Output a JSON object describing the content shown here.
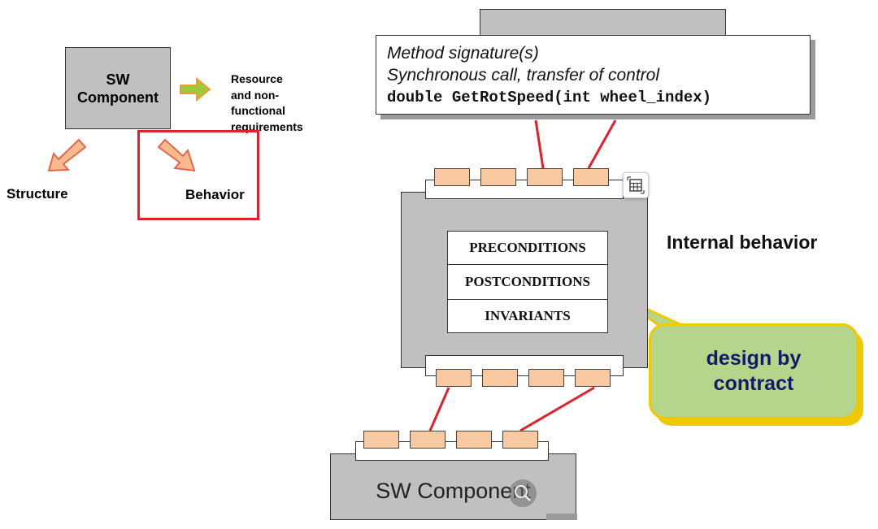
{
  "left_diagram": {
    "component_label_line1": "SW",
    "component_label_line2": "Component",
    "resource_line1": "Resource",
    "resource_line2": "and non-",
    "resource_line3": "functional",
    "resource_line4": "requirements",
    "structure_label": "Structure",
    "behavior_label": "Behavior"
  },
  "interface": {
    "line1": "Method signature(s)",
    "line2": "Synchronous call, transfer of control",
    "line3": "double GetRotSpeed(int wheel_index)"
  },
  "internal": {
    "title": "Internal behavior",
    "preconditions": "PRECONDITIONS",
    "postconditions": "POSTCONDITIONS",
    "invariants": "INVARIANTS"
  },
  "callout": {
    "line1": "design by",
    "line2": "contract"
  },
  "bottom_component": {
    "label": "SW Component"
  },
  "colors": {
    "box_gray": "#c0c0c0",
    "port_fill": "#f9c9a1",
    "connector_red": "#e0202a",
    "highlight_red": "#e0202a",
    "arrow_fill": "#f9b98f",
    "callout_fill": "#b5d68a",
    "callout_border": "#f0c800",
    "callout_text": "#16186e"
  }
}
